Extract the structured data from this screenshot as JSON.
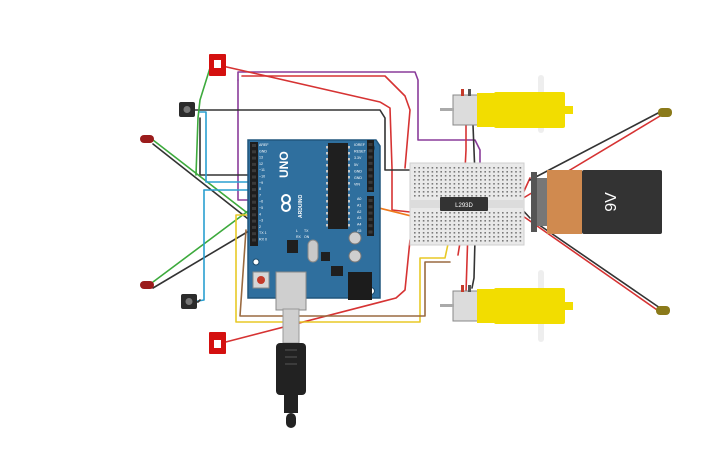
{
  "arduino": {
    "brand": "ARDUINO",
    "model": "UNO",
    "top_labels": [
      "AREF",
      "GND",
      "13",
      "12",
      "~11",
      "~10",
      "~9",
      "8",
      "7",
      "~6",
      "~5",
      "4",
      "~3",
      "2",
      "TX 1",
      "RX 0"
    ],
    "power_labels": [
      "IOREF",
      "RESET",
      "3.3V",
      "5V",
      "GND",
      "GND",
      "VIN"
    ],
    "analog_labels": [
      "A0",
      "A1",
      "A2",
      "A3",
      "A4",
      "A5"
    ],
    "led_labels": [
      "L",
      "TX",
      "RX",
      "ON"
    ]
  },
  "driver_chip": {
    "label": "L293D"
  },
  "battery": {
    "label": "9V"
  },
  "colors": {
    "board": "#2f6f9e",
    "board_dark": "#21567d",
    "motor": "#f2dd00",
    "battery_body": "#333333",
    "battery_cap": "#d08a4f",
    "switch": "#d4100f",
    "wire_red": "#d63333",
    "wire_black": "#333333",
    "wire_green": "#3daa3d",
    "wire_blue": "#2a9fd0",
    "wire_purple": "#8a3c9a",
    "wire_yellow": "#e8c926",
    "wire_orange": "#ee7a1c",
    "wire_brown": "#9a6a40"
  }
}
